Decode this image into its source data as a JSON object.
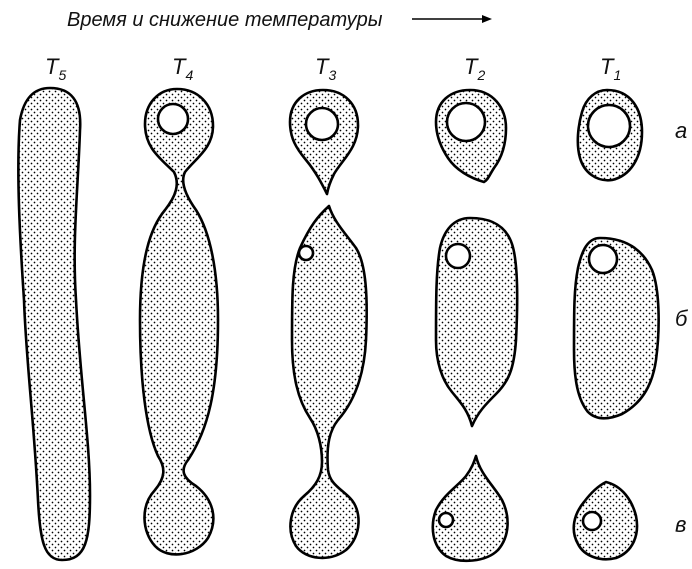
{
  "header": {
    "caption": "Время и снижение температуры",
    "arrow_icon": "right-arrow-icon"
  },
  "columns": [
    {
      "base": "T",
      "sub": "5"
    },
    {
      "base": "T",
      "sub": "4"
    },
    {
      "base": "T",
      "sub": "3"
    },
    {
      "base": "T",
      "sub": "2"
    },
    {
      "base": "T",
      "sub": "1"
    }
  ],
  "rows": [
    {
      "label": "а"
    },
    {
      "label": "б"
    },
    {
      "label": "в"
    }
  ],
  "colors": {
    "ink": "#000000",
    "background": "#ffffff"
  }
}
